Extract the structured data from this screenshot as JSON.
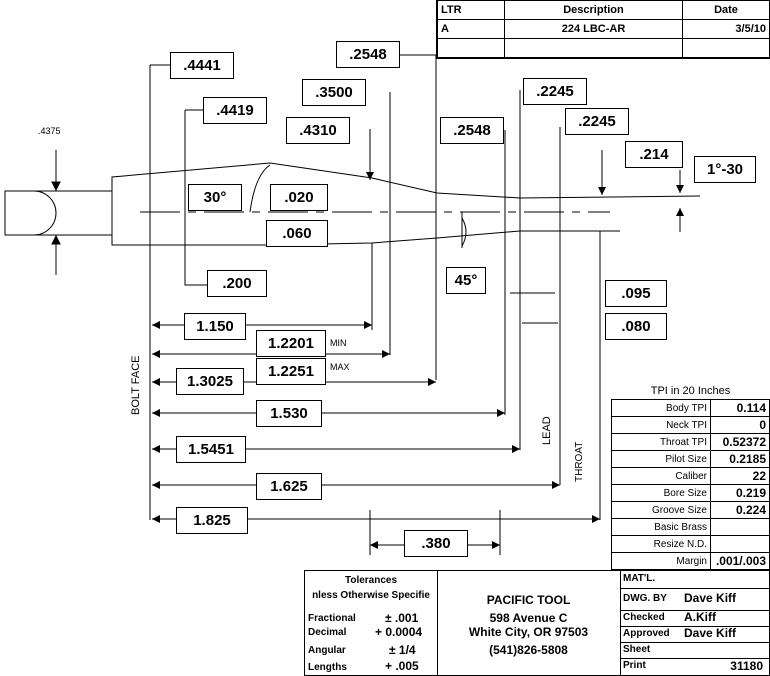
{
  "revision": {
    "headers": [
      "LTR",
      "Description",
      "Date"
    ],
    "rows": [
      [
        "A",
        "224 LBC-AR",
        "3/5/10"
      ],
      [
        "",
        "",
        ""
      ]
    ]
  },
  "dims": {
    "d4441": ".4441",
    "d2548a": ".2548",
    "d3500": ".3500",
    "d4419": ".4419",
    "d4310": ".4310",
    "d2245a": ".2245",
    "d2548b": ".2548",
    "d2245b": ".2245",
    "d214": ".214",
    "d1_30": "1°-30",
    "d30": "30°",
    "d020": ".020",
    "d060": ".060",
    "d45": "45°",
    "d200": ".200",
    "d095": ".095",
    "d080": ".080",
    "d1150": "1.150",
    "d12201": "1.2201",
    "d12251": "1.2251",
    "d13025": "1.3025",
    "d1530": "1.530",
    "d15451": "1.5451",
    "d1625": "1.625",
    "d1825": "1.825",
    "d380": ".380",
    "d4375": ".4375"
  },
  "labels": {
    "min": "MIN",
    "max": "MAX",
    "bolt_face": "BOLT FACE",
    "lead": "LEAD",
    "throat": "THROAT"
  },
  "tpi": {
    "title": "TPI in 20 Inches",
    "rows": [
      {
        "label": "Body TPI",
        "value": "0.114"
      },
      {
        "label": "Neck TPI",
        "value": "0"
      },
      {
        "label": "Throat TPI",
        "value": "0.52372"
      },
      {
        "label": "Pilot Size",
        "value": "0.2185"
      },
      {
        "label": "Caliber",
        "value": "22"
      },
      {
        "label": "Bore Size",
        "value": "0.219"
      },
      {
        "label": "Groove Size",
        "value": "0.224"
      },
      {
        "label": "Basic Brass",
        "value": ""
      },
      {
        "label": "Resize N.D.",
        "value": ""
      },
      {
        "label": "Margin",
        "value": ".001/.003"
      }
    ]
  },
  "tolerances": {
    "title": "Tolerances",
    "subtitle": "nless Otherwise Specifie",
    "rows": [
      {
        "label": "Fractional",
        "value": "± .001"
      },
      {
        "label": "Decimal",
        "value": "+ 0.0004"
      },
      {
        "label": "Angular",
        "value": "± 1/4"
      },
      {
        "label": "Lengths",
        "value": "+ .005"
      }
    ]
  },
  "company": {
    "name": "PACIFIC TOOL",
    "address1": "598 Avenue C",
    "address2": "White City, OR 97503",
    "phone": "(541)826-5808"
  },
  "titleblock": {
    "material_label": "MAT'L.",
    "dwg_by_label": "DWG. BY",
    "dwg_by": "Dave Kiff",
    "checked_label": "Checked",
    "checked": "A.Kiff",
    "approved_label": "Approved",
    "approved": "Dave Kiff",
    "sheet_label": "Sheet",
    "print_label": "Print",
    "print": "31180"
  }
}
